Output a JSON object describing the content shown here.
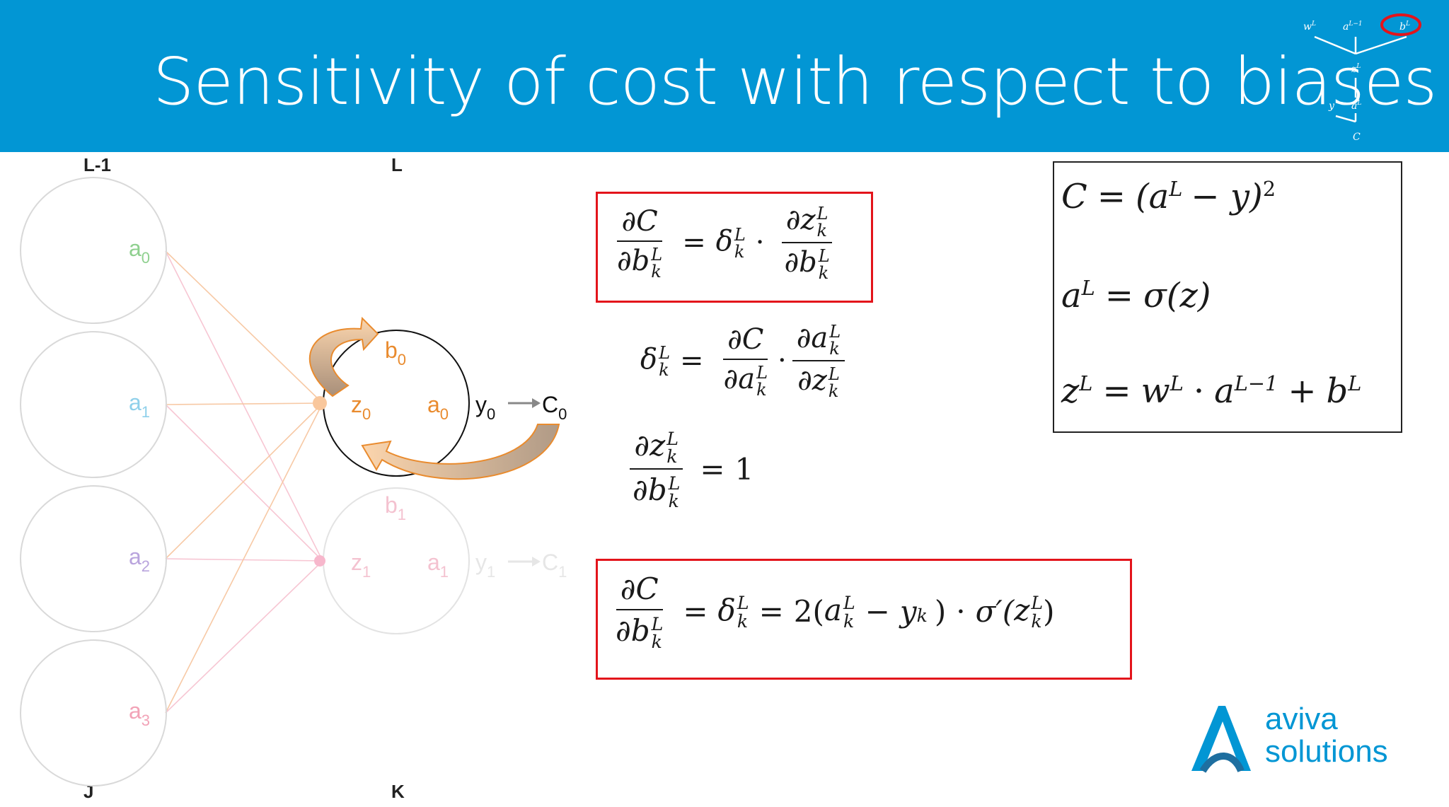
{
  "title": "Sensitivity of cost with respect to biases",
  "colors": {
    "banner": "#0296d4",
    "box_red": "#e3141b",
    "orange": "#f0a04b",
    "node_orange": "#e98b2e"
  },
  "mini_diagram": {
    "w": "w",
    "a": "a",
    "b": "b",
    "sup_L": "L",
    "sup_Lm1": "L−1",
    "z": "z",
    "y": "y",
    "c": "C"
  },
  "layers": {
    "prev_label": "L-1",
    "curr_label": "L",
    "prev_index": "J",
    "curr_index": "K"
  },
  "nodes_prev": [
    {
      "letter": "a",
      "sub": "0",
      "color": "#8fd08f"
    },
    {
      "letter": "a",
      "sub": "1",
      "color": "#8fd0ea"
    },
    {
      "letter": "a",
      "sub": "2",
      "color": "#b9a4dd"
    },
    {
      "letter": "a",
      "sub": "3",
      "color": "#f2a3b7"
    }
  ],
  "node_active": {
    "b": "b",
    "b_sub": "0",
    "z": "z",
    "z_sub": "0",
    "a": "a",
    "a_sub": "0",
    "y": "y",
    "y_sub": "0",
    "c": "C",
    "c_sub": "0"
  },
  "node_faded": {
    "b": "b",
    "b_sub": "1",
    "z": "z",
    "z_sub": "1",
    "a": "a",
    "a_sub": "1",
    "y": "y",
    "y_sub": "1",
    "c": "C",
    "c_sub": "1"
  },
  "eq1": {
    "num": "∂C",
    "den_letter": "∂b",
    "equals": "=",
    "delta": "δ",
    "dot": "·",
    "num2": "∂z",
    "den2": "∂b",
    "sup": "L",
    "sub": "k"
  },
  "eq2": {
    "delta": "δ",
    "equals": "=",
    "num1": "∂C",
    "den1": "∂a",
    "dot": "·",
    "num2": "∂a",
    "den2": "∂z",
    "sup": "L",
    "sub": "k"
  },
  "eq3": {
    "num": "∂z",
    "den": "∂b",
    "equals": "=",
    "value": "1",
    "sup": "L",
    "sub": "k"
  },
  "eq4": {
    "num": "∂C",
    "den": "∂b",
    "equals": "=",
    "delta": "δ",
    "two": "2(",
    "a": "a",
    "minus": "−",
    "y": "y",
    "close": ")",
    "dot": "·",
    "sigma": "σ′(",
    "z": "z",
    "close2": ")",
    "sup": "L",
    "sub": "k"
  },
  "defs": {
    "line1": {
      "lhs": "C",
      "eq": "=",
      "rhs": "(a",
      "sup": "L",
      "rhs2": "− y)",
      "pow": "2"
    },
    "line2": {
      "lhs": "a",
      "sup": "L",
      "eq": "=",
      "rhs": "σ(z)"
    },
    "line3": {
      "lhs": "z",
      "sup": "L",
      "eq": "=",
      "w": "w",
      "sup_w": "L",
      "dot": "·",
      "a": "a",
      "sup_a": "L−1",
      "plus": "+",
      "b": "b",
      "sup_b": "L"
    }
  },
  "logo": {
    "line1": "aviva",
    "line2": "solutions"
  }
}
